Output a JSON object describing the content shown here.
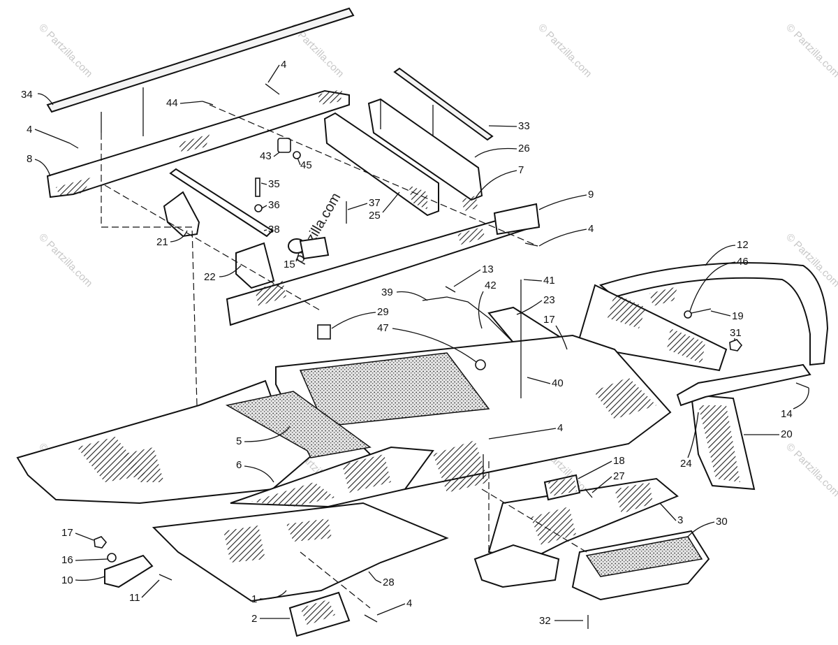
{
  "watermark": {
    "text": "© Partzilla.com",
    "center_text": "partzilla.com"
  },
  "callouts": [
    {
      "id": "c34a",
      "label": "34"
    },
    {
      "id": "c4a",
      "label": "4"
    },
    {
      "id": "c44",
      "label": "44"
    },
    {
      "id": "c4b",
      "label": "4"
    },
    {
      "id": "c8",
      "label": "8"
    },
    {
      "id": "c43",
      "label": "43"
    },
    {
      "id": "c45",
      "label": "45"
    },
    {
      "id": "c33",
      "label": "33"
    },
    {
      "id": "c26",
      "label": "26"
    },
    {
      "id": "c7",
      "label": "7"
    },
    {
      "id": "c35",
      "label": "35"
    },
    {
      "id": "c36",
      "label": "36"
    },
    {
      "id": "c37",
      "label": "37"
    },
    {
      "id": "c25",
      "label": "25"
    },
    {
      "id": "c9",
      "label": "9"
    },
    {
      "id": "c38",
      "label": "38"
    },
    {
      "id": "c21",
      "label": "21"
    },
    {
      "id": "c4c",
      "label": "4"
    },
    {
      "id": "c22",
      "label": "22"
    },
    {
      "id": "c15",
      "label": "15"
    },
    {
      "id": "c12",
      "label": "12"
    },
    {
      "id": "c46",
      "label": "46"
    },
    {
      "id": "c13",
      "label": "13"
    },
    {
      "id": "c41",
      "label": "41"
    },
    {
      "id": "c42",
      "label": "42"
    },
    {
      "id": "c39",
      "label": "39"
    },
    {
      "id": "c23",
      "label": "23"
    },
    {
      "id": "c19",
      "label": "19"
    },
    {
      "id": "c29",
      "label": "29"
    },
    {
      "id": "c17a",
      "label": "17"
    },
    {
      "id": "c47",
      "label": "47"
    },
    {
      "id": "c31",
      "label": "31"
    },
    {
      "id": "c40",
      "label": "40"
    },
    {
      "id": "c14",
      "label": "14"
    },
    {
      "id": "c5",
      "label": "5"
    },
    {
      "id": "c4d",
      "label": "4"
    },
    {
      "id": "c20",
      "label": "20"
    },
    {
      "id": "c24",
      "label": "24"
    },
    {
      "id": "c6",
      "label": "6"
    },
    {
      "id": "c18",
      "label": "18"
    },
    {
      "id": "c27",
      "label": "27"
    },
    {
      "id": "c3",
      "label": "3"
    },
    {
      "id": "c30",
      "label": "30"
    },
    {
      "id": "c17b",
      "label": "17"
    },
    {
      "id": "c16",
      "label": "16"
    },
    {
      "id": "c10",
      "label": "10"
    },
    {
      "id": "c28",
      "label": "28"
    },
    {
      "id": "c11",
      "label": "11"
    },
    {
      "id": "c1",
      "label": "1"
    },
    {
      "id": "c2",
      "label": "2"
    },
    {
      "id": "c4e",
      "label": "4"
    },
    {
      "id": "c32",
      "label": "32"
    }
  ]
}
